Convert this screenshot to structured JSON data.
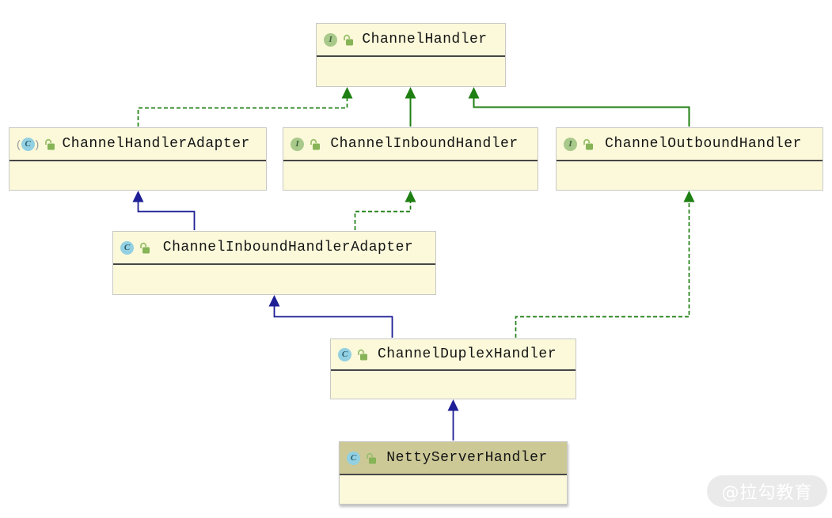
{
  "diagram_type": "uml-class-diagram",
  "nodes": [
    {
      "label": "ChannelHandler",
      "kind": "interface",
      "icon_letter": "I",
      "selected": false
    },
    {
      "label": "ChannelHandlerAdapter",
      "kind": "abstract-class",
      "icon_letter": "C",
      "selected": false
    },
    {
      "label": "ChannelInboundHandler",
      "kind": "interface",
      "icon_letter": "I",
      "selected": false
    },
    {
      "label": "ChannelOutboundHandler",
      "kind": "interface",
      "icon_letter": "I",
      "selected": false
    },
    {
      "label": "ChannelInboundHandlerAdapter",
      "kind": "class",
      "icon_letter": "C",
      "selected": false
    },
    {
      "label": "ChannelDuplexHandler",
      "kind": "class",
      "icon_letter": "C",
      "selected": false
    },
    {
      "label": "NettyServerHandler",
      "kind": "class",
      "icon_letter": "C",
      "selected": true
    }
  ],
  "edges": [
    {
      "from": "ChannelHandlerAdapter",
      "to": "ChannelHandler",
      "type": "realization",
      "style": "dashed",
      "color": "#1e7f12"
    },
    {
      "from": "ChannelInboundHandler",
      "to": "ChannelHandler",
      "type": "generalization",
      "style": "solid",
      "color": "#1e7f12"
    },
    {
      "from": "ChannelOutboundHandler",
      "to": "ChannelHandler",
      "type": "generalization",
      "style": "solid",
      "color": "#1e7f12"
    },
    {
      "from": "ChannelInboundHandlerAdapter",
      "to": "ChannelHandlerAdapter",
      "type": "generalization",
      "style": "solid",
      "color": "#1e1e96"
    },
    {
      "from": "ChannelInboundHandlerAdapter",
      "to": "ChannelInboundHandler",
      "type": "realization",
      "style": "dashed",
      "color": "#1e7f12"
    },
    {
      "from": "ChannelDuplexHandler",
      "to": "ChannelInboundHandlerAdapter",
      "type": "generalization",
      "style": "solid",
      "color": "#1e1e96"
    },
    {
      "from": "ChannelDuplexHandler",
      "to": "ChannelOutboundHandler",
      "type": "realization",
      "style": "dashed",
      "color": "#1e7f12"
    },
    {
      "from": "NettyServerHandler",
      "to": "ChannelDuplexHandler",
      "type": "generalization",
      "style": "solid",
      "color": "#1e1e96"
    }
  ],
  "colors": {
    "node_fill": "#fbf9da",
    "node_border": "#c8c8c6",
    "node_divider": "#464646",
    "selected_header_fill": "#ccc997",
    "interface_icon_bg": "#a9c98b",
    "class_icon_bg": "#92d0e2",
    "lock_icon_green": "#86b457",
    "inheritance_green": "#1e7f12",
    "extends_navy": "#1e1e96"
  },
  "watermark": {
    "text": "@拉勾教育"
  }
}
